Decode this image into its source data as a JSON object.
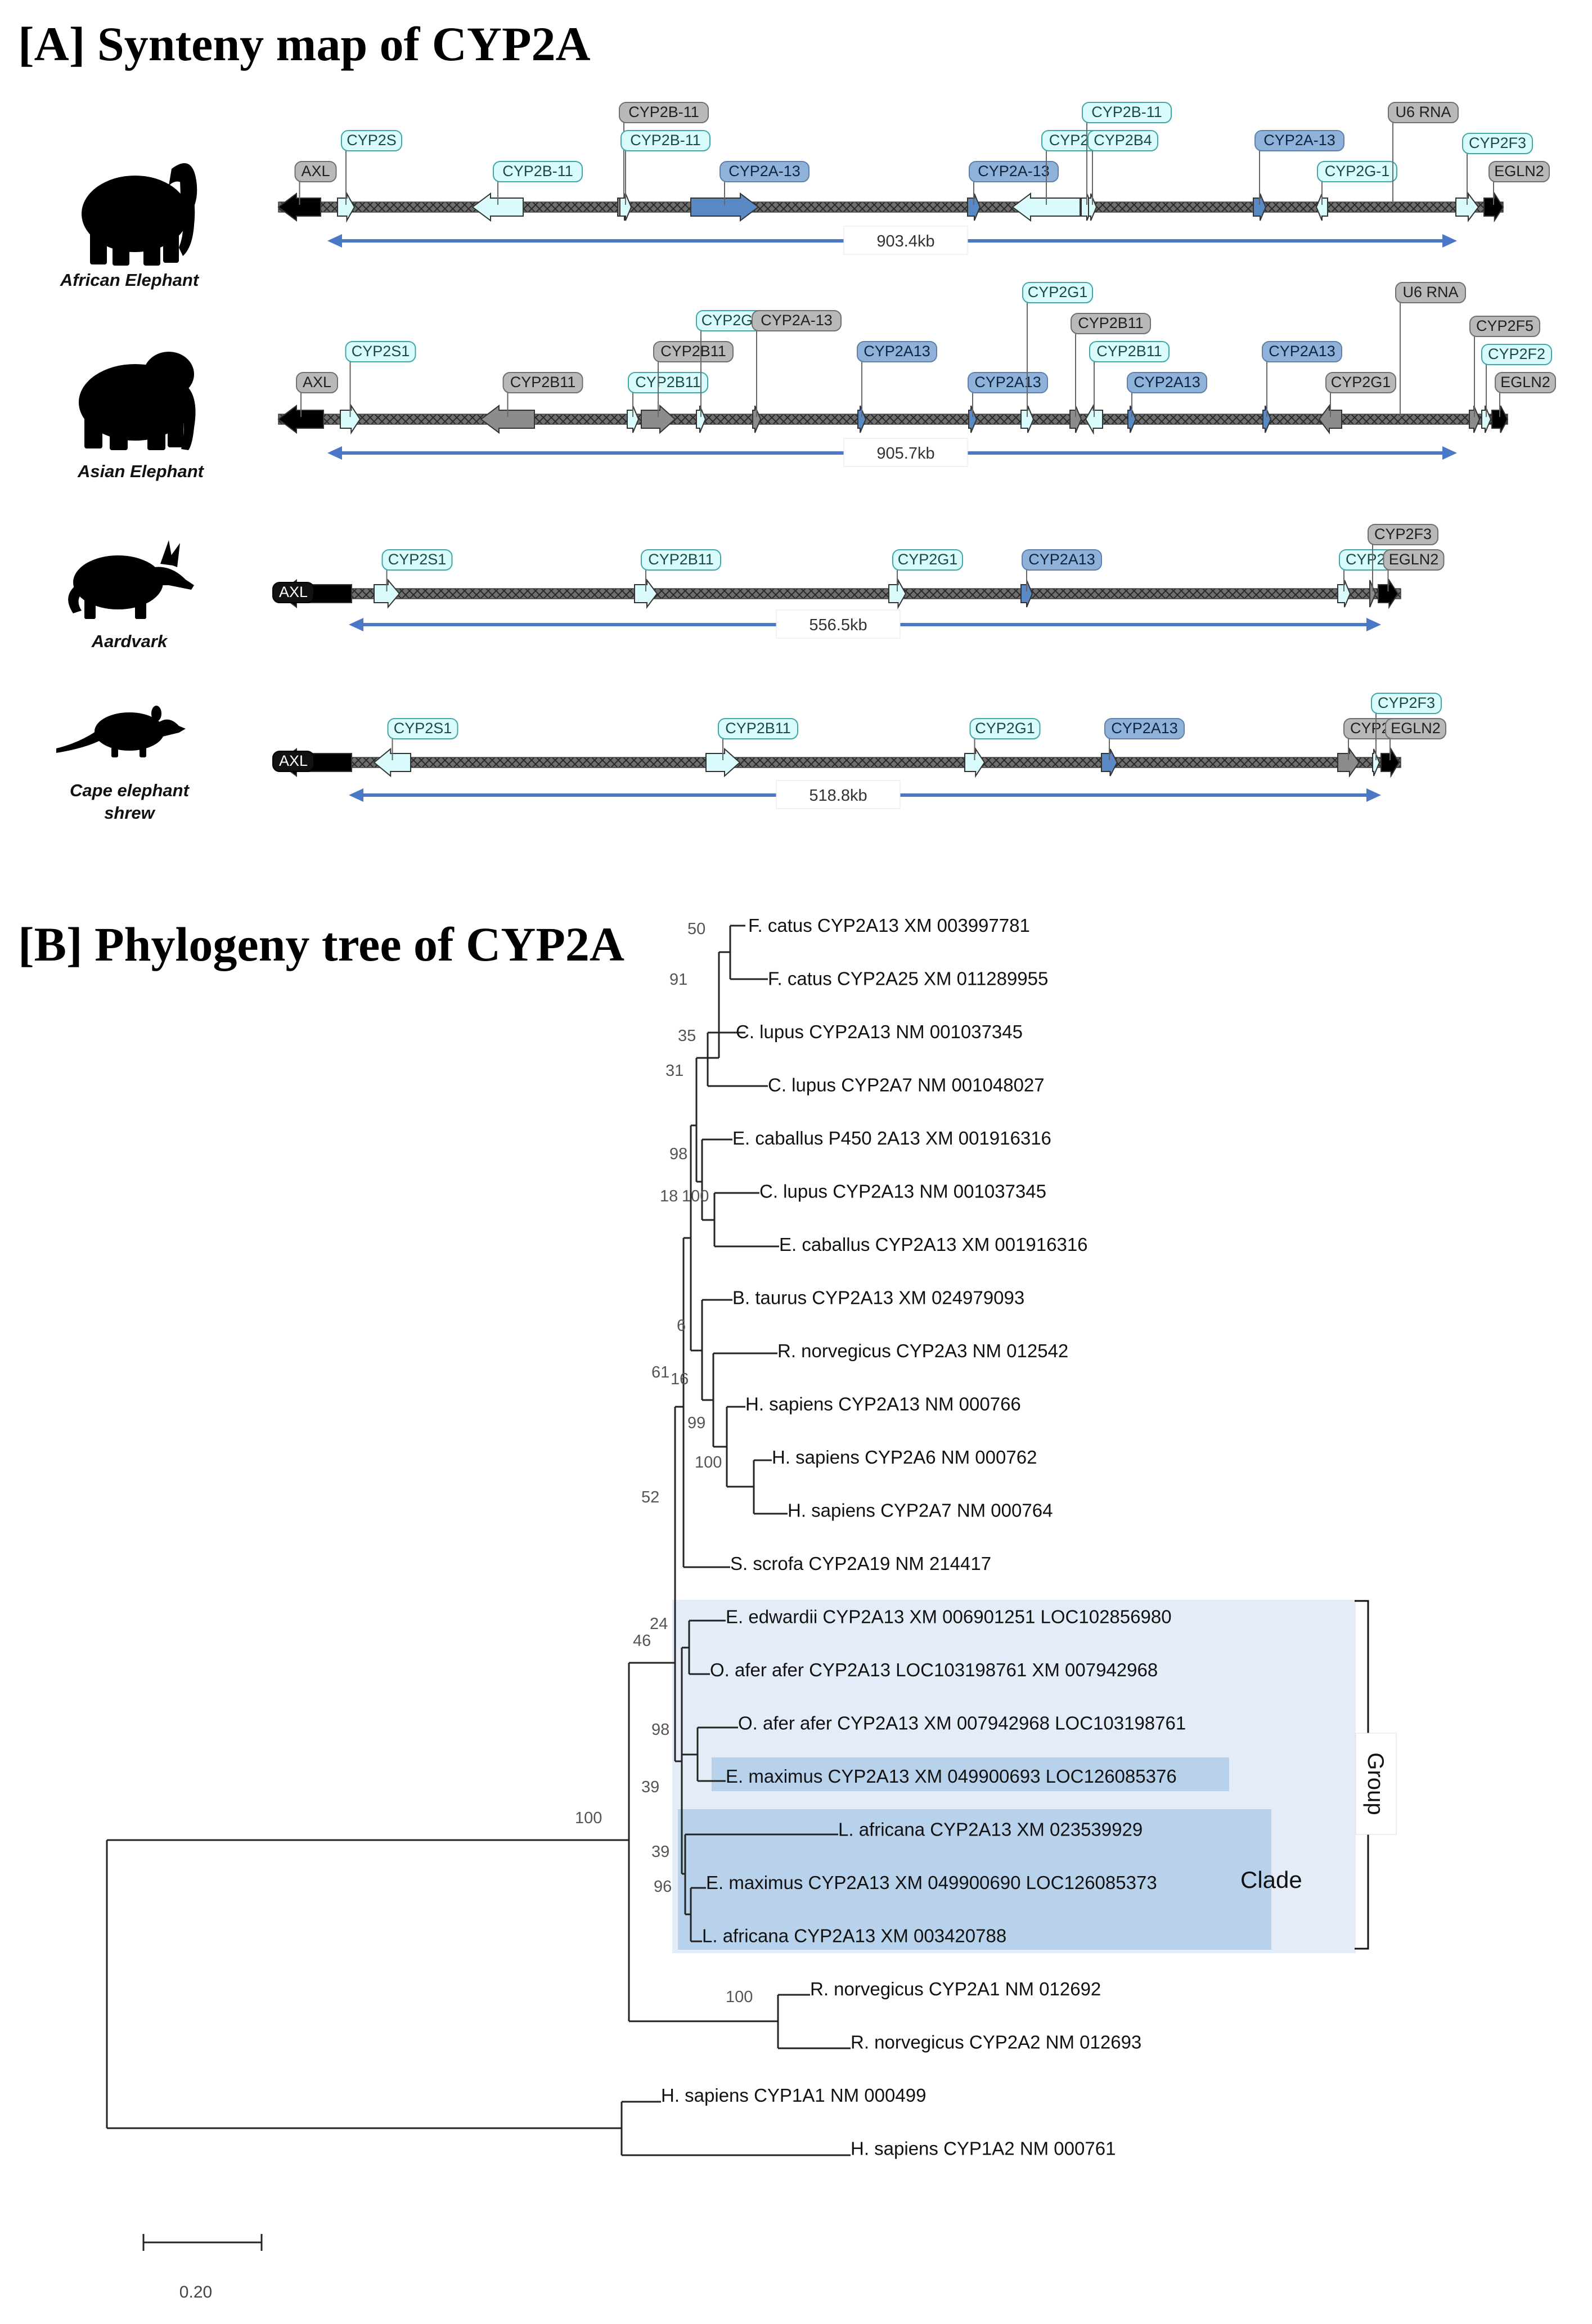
{
  "panel_a": {
    "title": "[A] Synteny map of CYP2A",
    "tracks": [
      {
        "species": "African Elephant",
        "length": "903.4kb",
        "labels": [
          {
            "text": "AXL",
            "type": "grey"
          },
          {
            "text": "CYP2S",
            "type": "cyan"
          },
          {
            "text": "CYP2B-11",
            "type": "cyan"
          },
          {
            "text": "CYP2B-11",
            "type": "grey"
          },
          {
            "text": "CYP2B-11",
            "type": "cyan"
          },
          {
            "text": "CYP2A-13",
            "type": "blue"
          },
          {
            "text": "CYP2A-13",
            "type": "blue"
          },
          {
            "text": "CYP2G-1",
            "type": "cyan"
          },
          {
            "text": "CYP2B-11",
            "type": "cyan"
          },
          {
            "text": "CYP2B4",
            "type": "cyan"
          },
          {
            "text": "CYP2A-13",
            "type": "blue"
          },
          {
            "text": "CYP2G-1",
            "type": "cyan"
          },
          {
            "text": "U6 RNA",
            "type": "grey"
          },
          {
            "text": "CYP2F3",
            "type": "cyan"
          },
          {
            "text": "EGLN2",
            "type": "grey"
          }
        ]
      },
      {
        "species": "Asian Elephant",
        "length": "905.7kb",
        "labels": [
          {
            "text": "AXL",
            "type": "grey"
          },
          {
            "text": "CYP2S1",
            "type": "cyan"
          },
          {
            "text": "CYP2B11",
            "type": "grey"
          },
          {
            "text": "CYP2B11",
            "type": "cyan"
          },
          {
            "text": "CYP2B11",
            "type": "grey"
          },
          {
            "text": "CYP2G1",
            "type": "cyan"
          },
          {
            "text": "CYP2A-13",
            "type": "grey"
          },
          {
            "text": "CYP2A13",
            "type": "blue"
          },
          {
            "text": "CYP2A13",
            "type": "blue"
          },
          {
            "text": "CYP2G1",
            "type": "cyan"
          },
          {
            "text": "CYP2B11",
            "type": "grey"
          },
          {
            "text": "CYP2B11",
            "type": "cyan"
          },
          {
            "text": "CYP2A13",
            "type": "blue"
          },
          {
            "text": "CYP2A13",
            "type": "blue"
          },
          {
            "text": "CYP2G1",
            "type": "grey"
          },
          {
            "text": "U6 RNA",
            "type": "grey"
          },
          {
            "text": "CYP2F5",
            "type": "grey"
          },
          {
            "text": "CYP2F2",
            "type": "cyan"
          },
          {
            "text": "EGLN2",
            "type": "grey"
          }
        ]
      },
      {
        "species": "Aardvark",
        "length": "556.5kb",
        "labels": [
          {
            "text": "AXL",
            "type": "black"
          },
          {
            "text": "CYP2S1",
            "type": "cyan"
          },
          {
            "text": "CYP2B11",
            "type": "cyan"
          },
          {
            "text": "CYP2G1",
            "type": "cyan"
          },
          {
            "text": "CYP2A13",
            "type": "blue"
          },
          {
            "text": "CYP2F3",
            "type": "cyan"
          },
          {
            "text": "CYP2F3",
            "type": "grey"
          },
          {
            "text": "EGLN2",
            "type": "grey"
          }
        ]
      },
      {
        "species": "Cape elephant\nshrew",
        "length": "518.8kb",
        "labels": [
          {
            "text": "AXL",
            "type": "black"
          },
          {
            "text": "CYP2S1",
            "type": "cyan"
          },
          {
            "text": "CYP2B11",
            "type": "cyan"
          },
          {
            "text": "CYP2G1",
            "type": "cyan"
          },
          {
            "text": "CYP2A13",
            "type": "blue"
          },
          {
            "text": "CYP2F2",
            "type": "grey"
          },
          {
            "text": "CYP2F3",
            "type": "cyan"
          },
          {
            "text": "EGLN2",
            "type": "grey"
          }
        ]
      }
    ]
  },
  "panel_b": {
    "title": "[B] Phylogeny tree of CYP2A",
    "leaves": [
      "F. catus CYP2A13 XM 003997781",
      "F. catus CYP2A25 XM 011289955",
      "C. lupus CYP2A13 NM 001037345",
      "C. lupus CYP2A7 NM 001048027",
      "E. caballus P450 2A13 XM 001916316",
      "C. lupus CYP2A13 NM 001037345",
      "E. caballus CYP2A13 XM 001916316",
      "B. taurus CYP2A13 XM 024979093",
      "R. norvegicus CYP2A3 NM 012542",
      "H. sapiens CYP2A13 NM 000766",
      "H. sapiens CYP2A6 NM 000762",
      "H. sapiens CYP2A7 NM 000764",
      "S. scrofa CYP2A19 NM 214417",
      "E. edwardii CYP2A13 XM 006901251 LOC102856980",
      "O. afer afer CYP2A13 LOC103198761 XM 007942968",
      "O. afer afer CYP2A13 XM 007942968 LOC103198761",
      "E. maximus CYP2A13 XM 049900693 LOC126085376",
      "L. africana CYP2A13 XM 023539929",
      "E. maximus CYP2A13 XM 049900690 LOC126085373",
      "L. africana CYP2A13 XM 003420788",
      "R. norvegicus CYP2A1 NM 012692",
      "R. norvegicus CYP2A2 NM 012693",
      "H. sapiens CYP1A1 NM 000499",
      "H. sapiens CYP1A2 NM 000761"
    ],
    "bootstrap": [
      "50",
      "91",
      "35",
      "31",
      "98",
      "18",
      "100",
      "6",
      "61",
      "16",
      "99",
      "100",
      "52",
      "24",
      "46",
      "98",
      "39",
      "100",
      "39",
      "96",
      "100"
    ],
    "group_label": "Group",
    "clade_label": "Clade",
    "scale_label": "0.20"
  },
  "colors": {
    "cyan_fill": "#d9fbfb",
    "cyan_stroke": "#3fa7a7",
    "blue_fill": "#8fb2db",
    "blue_gene": "#5a8ac6",
    "grey_fill": "#b9b9b9",
    "span_arrow": "#4a78c6",
    "group_shade": "#e3ecf7",
    "clade_shade": "#b8d2ec"
  }
}
